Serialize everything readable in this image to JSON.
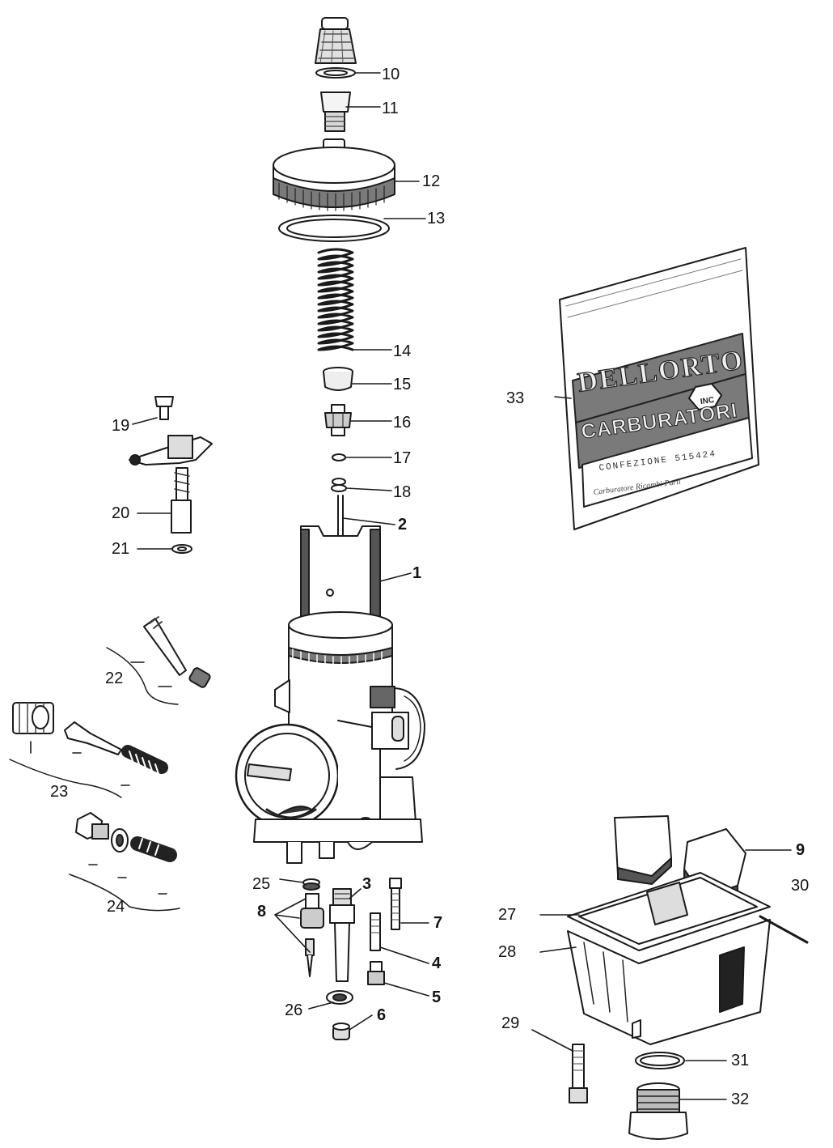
{
  "diagram": {
    "labels": [
      {
        "id": "10",
        "text": "10",
        "bold": false
      },
      {
        "id": "11",
        "text": "11",
        "bold": false
      },
      {
        "id": "12",
        "text": "12",
        "bold": false
      },
      {
        "id": "13",
        "text": "13",
        "bold": false
      },
      {
        "id": "14",
        "text": "14",
        "bold": false
      },
      {
        "id": "15",
        "text": "15",
        "bold": false
      },
      {
        "id": "16",
        "text": "16",
        "bold": false
      },
      {
        "id": "17",
        "text": "17",
        "bold": false
      },
      {
        "id": "18",
        "text": "18",
        "bold": false
      },
      {
        "id": "2",
        "text": "2",
        "bold": true
      },
      {
        "id": "1",
        "text": "1",
        "bold": true
      },
      {
        "id": "19",
        "text": "19",
        "bold": false
      },
      {
        "id": "20",
        "text": "20",
        "bold": false
      },
      {
        "id": "21",
        "text": "21",
        "bold": false
      },
      {
        "id": "22",
        "text": "22",
        "bold": false
      },
      {
        "id": "23",
        "text": "23",
        "bold": false
      },
      {
        "id": "24",
        "text": "24",
        "bold": false
      },
      {
        "id": "25",
        "text": "25",
        "bold": false
      },
      {
        "id": "3",
        "text": "3",
        "bold": true
      },
      {
        "id": "8",
        "text": "8",
        "bold": true
      },
      {
        "id": "7",
        "text": "7",
        "bold": true
      },
      {
        "id": "4",
        "text": "4",
        "bold": true
      },
      {
        "id": "5",
        "text": "5",
        "bold": true
      },
      {
        "id": "26",
        "text": "26",
        "bold": false
      },
      {
        "id": "6",
        "text": "6",
        "bold": true
      },
      {
        "id": "33",
        "text": "33",
        "bold": false
      },
      {
        "id": "9",
        "text": "9",
        "bold": true
      },
      {
        "id": "30",
        "text": "30",
        "bold": false
      },
      {
        "id": "27",
        "text": "27",
        "bold": false
      },
      {
        "id": "28",
        "text": "28",
        "bold": false
      },
      {
        "id": "29",
        "text": "29",
        "bold": false
      },
      {
        "id": "31",
        "text": "31",
        "bold": false
      },
      {
        "id": "32",
        "text": "32",
        "bold": false
      }
    ],
    "bag": {
      "brand": "DELLORTO",
      "sub_brand": "CARBURATORI",
      "badge": "INC",
      "line1": "CONFEZIONE   515424",
      "line2": "Carburatore Ricambi Parti"
    },
    "colors": {
      "ink": "#141414",
      "bag_band": "#7a7a7a",
      "paper": "#ffffff"
    }
  }
}
